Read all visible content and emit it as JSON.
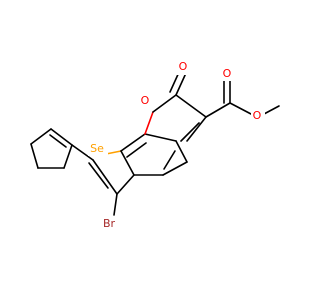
{
  "molecule": {
    "atoms": {
      "se": {
        "label": "Se",
        "color": "#ffa000"
      },
      "br": {
        "label": "Br",
        "color": "#a62929"
      },
      "o_ring": {
        "label": "O",
        "color": "#ff0000"
      },
      "o_carbonyl": {
        "label": "O",
        "color": "#ff0000"
      },
      "o_ester_dbl": {
        "label": "O",
        "color": "#ff0000"
      },
      "o_ester": {
        "label": "O",
        "color": "#ff0000"
      }
    },
    "colors": {
      "bond": "#000000",
      "oxygen": "#ff0000",
      "selenium": "#ffa000",
      "bromine": "#a62929"
    }
  }
}
